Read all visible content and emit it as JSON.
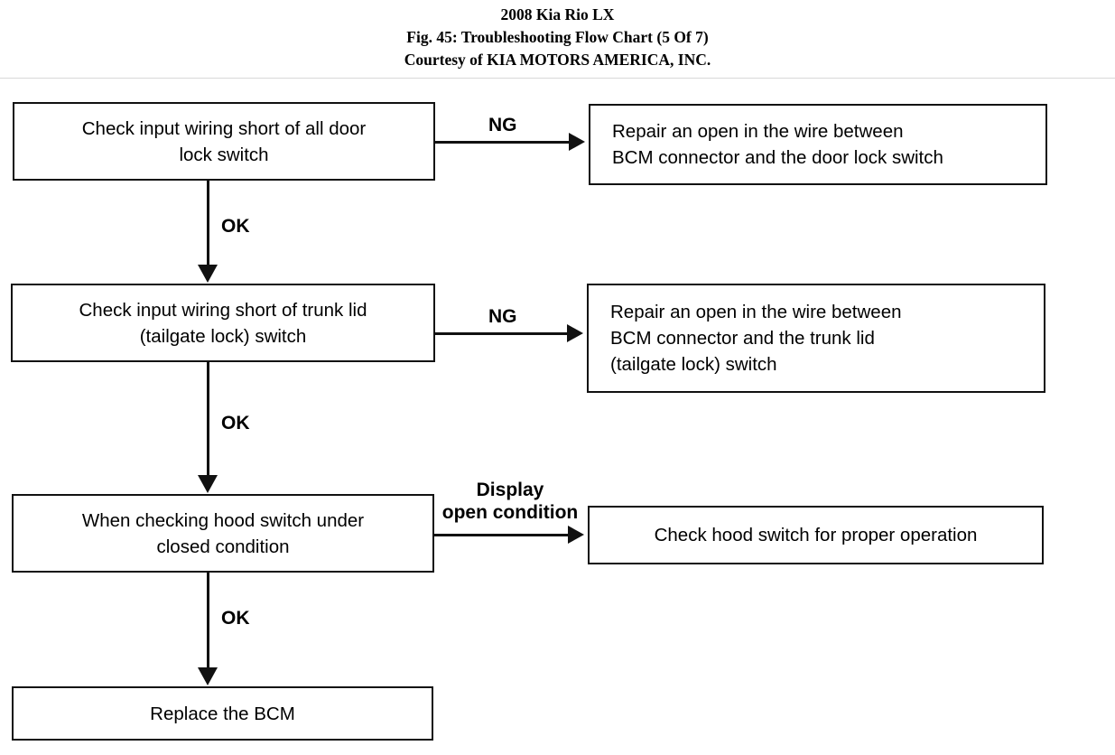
{
  "header": {
    "line1": "2008 Kia Rio LX",
    "line2": "Fig. 45: Troubleshooting Flow Chart (5 Of 7)",
    "line3": "Courtesy of KIA MOTORS AMERICA, INC."
  },
  "chart_data": {
    "type": "diagram",
    "title": "Fig. 45: Troubleshooting Flow Chart (5 Of 7)",
    "nodes": [
      {
        "id": "check-door-lock",
        "lines": [
          "Check input wiring short of all door",
          "lock switch"
        ],
        "align": "center"
      },
      {
        "id": "repair-door-lock",
        "lines": [
          "Repair an open in the wire between",
          "BCM connector and the door lock switch"
        ],
        "align": "left"
      },
      {
        "id": "check-trunk-lid",
        "lines": [
          "Check input wiring short of trunk lid",
          "(tailgate lock) switch"
        ],
        "align": "center"
      },
      {
        "id": "repair-trunk-lid",
        "lines": [
          "Repair an open in the wire between",
          "BCM connector and the trunk lid",
          "(tailgate lock) switch"
        ],
        "align": "left"
      },
      {
        "id": "check-hood-closed",
        "lines": [
          "When checking hood switch under",
          "closed condition"
        ],
        "align": "center"
      },
      {
        "id": "check-hood-operation",
        "lines": [
          "Check hood switch for proper operation"
        ],
        "align": "center"
      },
      {
        "id": "replace-bcm",
        "lines": [
          "Replace the BCM"
        ],
        "align": "center"
      }
    ],
    "edges": [
      {
        "from": "check-door-lock",
        "to": "repair-door-lock",
        "label": "NG",
        "direction": "right"
      },
      {
        "from": "check-door-lock",
        "to": "check-trunk-lid",
        "label": "OK",
        "direction": "down"
      },
      {
        "from": "check-trunk-lid",
        "to": "repair-trunk-lid",
        "label": "NG",
        "direction": "right"
      },
      {
        "from": "check-trunk-lid",
        "to": "check-hood-closed",
        "label": "OK",
        "direction": "down"
      },
      {
        "from": "check-hood-closed",
        "to": "check-hood-operation",
        "label": "Display open condition",
        "label_lines": [
          "Display",
          "open condition"
        ],
        "direction": "right"
      },
      {
        "from": "check-hood-closed",
        "to": "replace-bcm",
        "label": "OK",
        "direction": "down"
      }
    ],
    "labels": {
      "ng_1": "NG",
      "ng_2": "NG",
      "ok_1": "OK",
      "ok_2": "OK",
      "ok_3": "OK",
      "display_line1": "Display",
      "display_line2": "open condition"
    },
    "colors": {
      "stroke": "#111111",
      "background": "#ffffff",
      "text": "#000000"
    }
  }
}
